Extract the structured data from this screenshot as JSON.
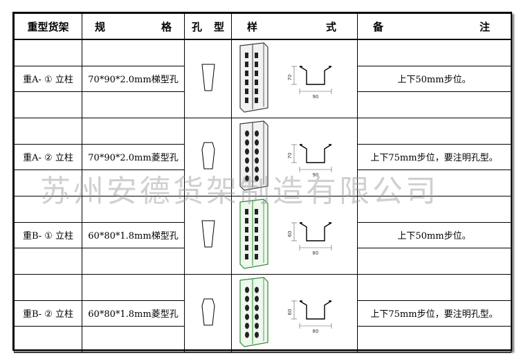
{
  "header": {
    "col1": "重型货架",
    "col2": "规 格",
    "col3": "孔 型",
    "col4": "样 式",
    "col5": "备 注"
  },
  "rows": [
    {
      "name": "重A- ① 立柱",
      "spec": "70*90*2.0mm梯型孔",
      "note": "上下50mm步位。",
      "height_label": "70",
      "width_label": "90",
      "hole": "trapezoid"
    },
    {
      "name": "重A- ② 立柱",
      "spec": "70*90*2.0mm菱型孔",
      "note": "上下75mm步位，要注明孔型。",
      "height_label": "70",
      "width_label": "90",
      "hole": "diamond"
    },
    {
      "name": "重B- ① 立柱",
      "spec": "60*80*1.8mm梯型孔",
      "note": "上下50mm步位。",
      "height_label": "60",
      "width_label": "80",
      "hole": "trapezoid"
    },
    {
      "name": "重B- ② 立柱",
      "spec": "60*80*1.8mm菱型孔",
      "note": "上下75mm步位，要注明孔型。",
      "height_label": "60",
      "width_label": "80",
      "hole": "diamond"
    }
  ],
  "watermark": "苏州安德货架制造有限公司",
  "colors": {
    "profile_green": "#2e8b2e",
    "column_fill": "#e8f5e8"
  }
}
